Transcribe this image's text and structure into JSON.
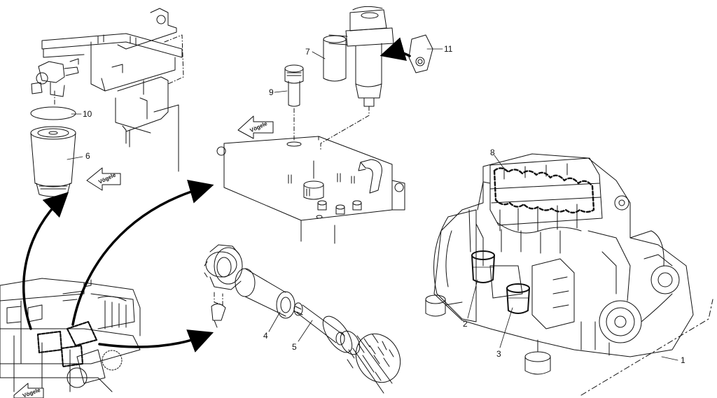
{
  "figure": {
    "line_color": "#111111",
    "arrow_color": "#000000",
    "background": "#ffffff"
  },
  "brand_stamp": "Vögele",
  "callouts": [
    {
      "id": "c1",
      "label": "1"
    },
    {
      "id": "c2",
      "label": "2"
    },
    {
      "id": "c3",
      "label": "3"
    },
    {
      "id": "c4",
      "label": "4"
    },
    {
      "id": "c5",
      "label": "5"
    },
    {
      "id": "c6",
      "label": "6"
    },
    {
      "id": "c7",
      "label": "7"
    },
    {
      "id": "c8",
      "label": "8"
    },
    {
      "id": "c9",
      "label": "9"
    },
    {
      "id": "c10",
      "label": "10"
    },
    {
      "id": "c11",
      "label": "11"
    }
  ]
}
